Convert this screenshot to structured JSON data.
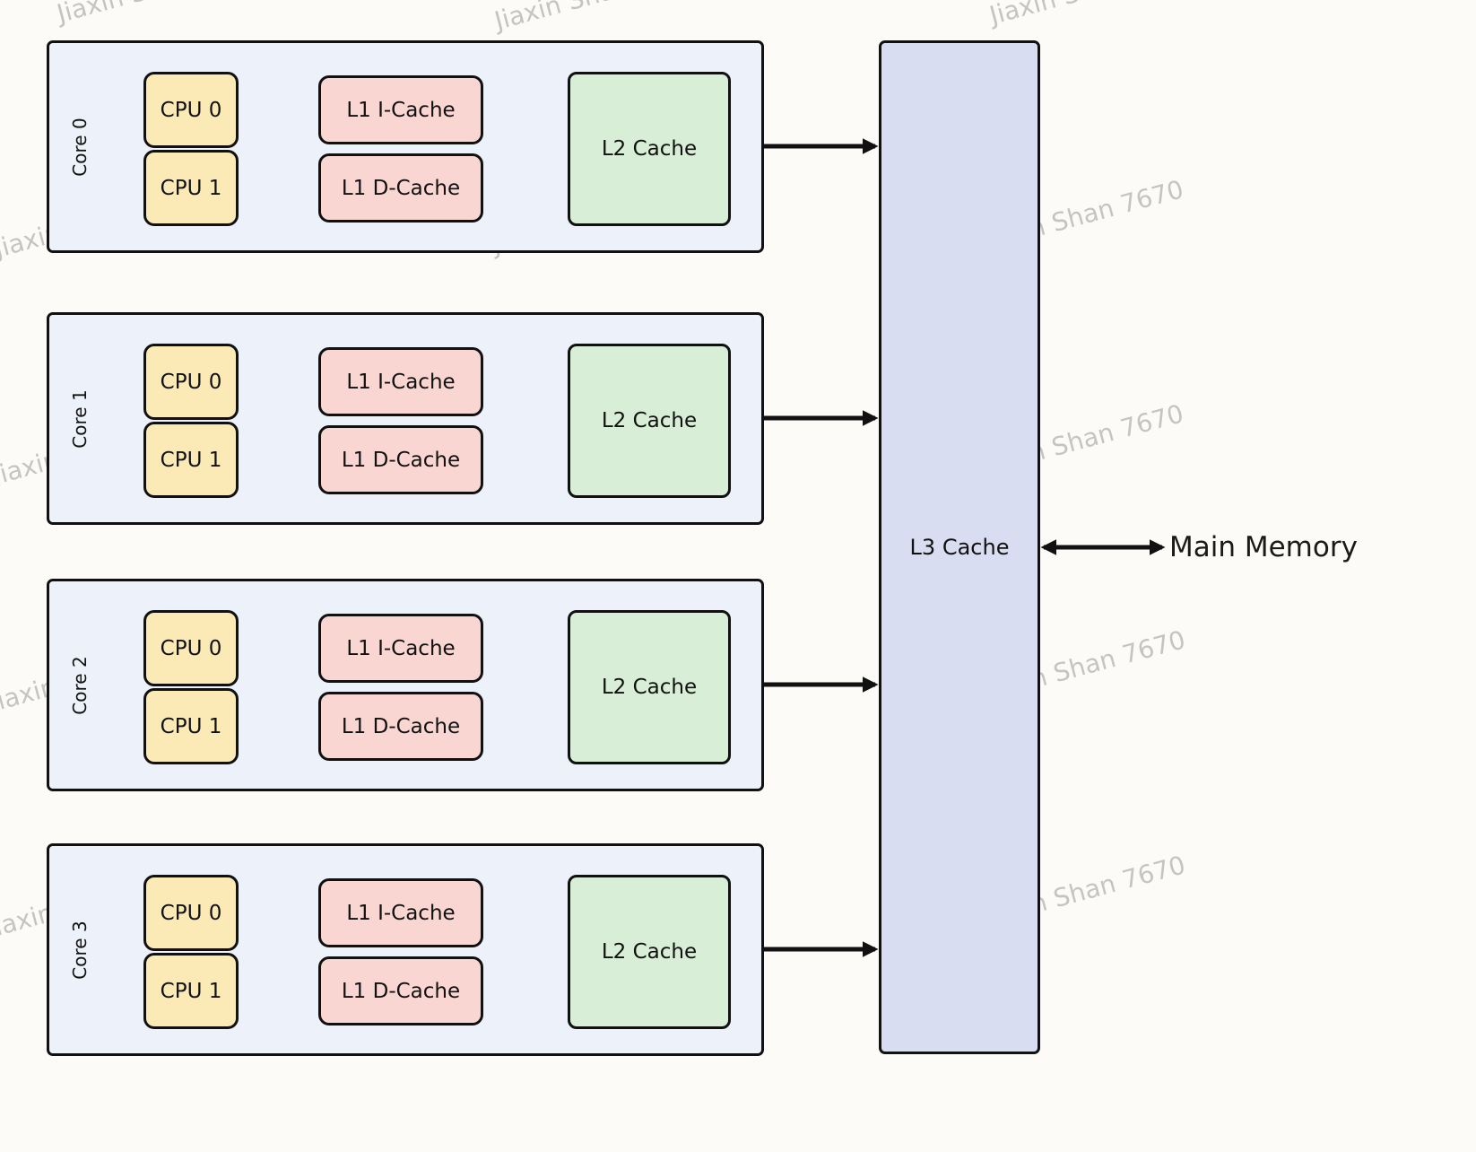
{
  "watermark": {
    "text": "Jiaxin Shan 7670"
  },
  "cores": [
    {
      "label": "Core 0",
      "cpus": [
        "CPU 0",
        "CPU 1"
      ],
      "l1_icache": "L1 I-Cache",
      "l1_dcache": "L1 D-Cache",
      "l2": "L2 Cache"
    },
    {
      "label": "Core 1",
      "cpus": [
        "CPU 0",
        "CPU 1"
      ],
      "l1_icache": "L1 I-Cache",
      "l1_dcache": "L1 D-Cache",
      "l2": "L2 Cache"
    },
    {
      "label": "Core 2",
      "cpus": [
        "CPU 0",
        "CPU 1"
      ],
      "l1_icache": "L1 I-Cache",
      "l1_dcache": "L1 D-Cache",
      "l2": "L2 Cache"
    },
    {
      "label": "Core 3",
      "cpus": [
        "CPU 0",
        "CPU 1"
      ],
      "l1_icache": "L1 I-Cache",
      "l1_dcache": "L1 D-Cache",
      "l2": "L2 Cache"
    }
  ],
  "l3_cache": {
    "label": "L3 Cache"
  },
  "main_memory": {
    "label": "Main Memory"
  },
  "colors": {
    "cpu_fill": "#fbe9b6",
    "l1_fill": "#fad6d3",
    "l2_fill": "#d8eed6",
    "l3_fill": "#d9ddf1",
    "core_fill": "#edf1fa",
    "stroke": "#111111",
    "background": "#fcfbf7"
  }
}
